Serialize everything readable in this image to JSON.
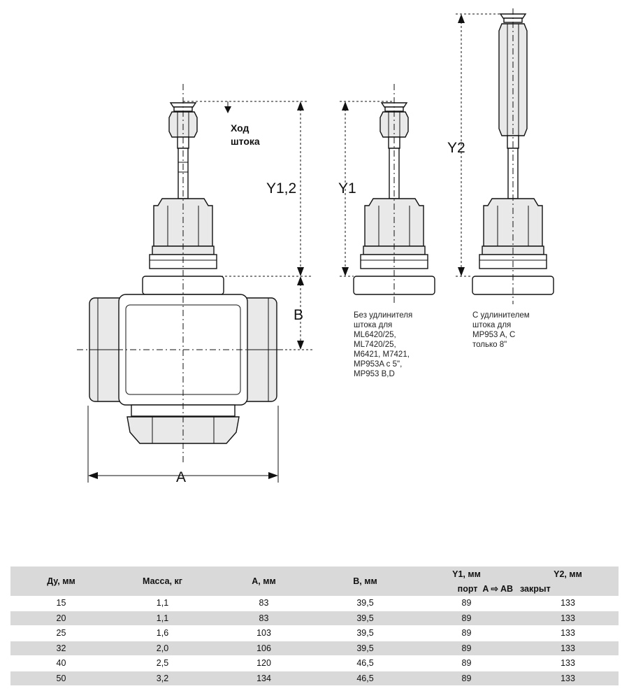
{
  "diagram": {
    "labels": {
      "stroke": "Ход\nштока",
      "y12": "Y1,2",
      "y1": "Y1",
      "y2": "Y2",
      "b": "B",
      "a": "A"
    },
    "notes": {
      "without_extension": "Без удлинителя\nштока для\nML6420/25,\nML7420/25,\nM6421, M7421,\nMP953A с 5\",\nMP953 B,D",
      "with_extension": "С удлинителем\nштока для\nMP953 A, C\nтолько 8\""
    }
  },
  "table": {
    "headers": {
      "dn": "Ду, мм",
      "mass": "Масса, кг",
      "a": "A, мм",
      "b": "B, мм",
      "y1": "Y1, мм",
      "y2": "Y2, мм",
      "port": "порт",
      "port_a": "A",
      "port_arrow": "⇨",
      "port_ab": "AB",
      "closed": "закрыт"
    },
    "rows": [
      {
        "dn": "15",
        "mass": "1,1",
        "a": "83",
        "b": "39,5",
        "y1": "89",
        "y2": "133"
      },
      {
        "dn": "20",
        "mass": "1,1",
        "a": "83",
        "b": "39,5",
        "y1": "89",
        "y2": "133"
      },
      {
        "dn": "25",
        "mass": "1,6",
        "a": "103",
        "b": "39,5",
        "y1": "89",
        "y2": "133"
      },
      {
        "dn": "32",
        "mass": "2,0",
        "a": "106",
        "b": "39,5",
        "y1": "89",
        "y2": "133"
      },
      {
        "dn": "40",
        "mass": "2,5",
        "a": "120",
        "b": "46,5",
        "y1": "89",
        "y2": "133"
      },
      {
        "dn": "50",
        "mass": "3,2",
        "a": "134",
        "b": "46,5",
        "y1": "89",
        "y2": "133"
      }
    ]
  }
}
